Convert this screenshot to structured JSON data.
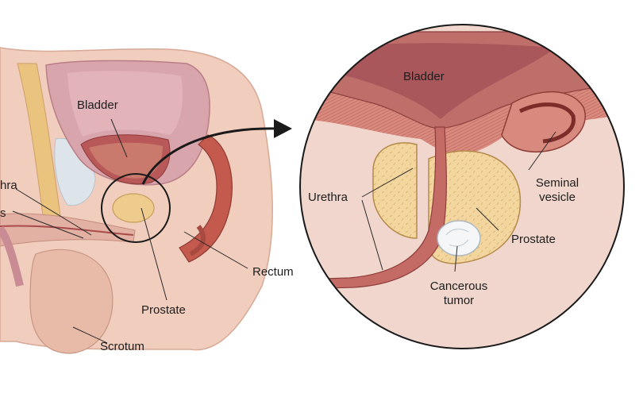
{
  "left_view": {
    "labels": {
      "bladder": "Bladder",
      "urethra_partial": "hra",
      "vas_partial": "s",
      "rectum": "Rectum",
      "prostate": "Prostate",
      "scrotum": "Scrotum"
    }
  },
  "detail_view": {
    "labels": {
      "bladder": "Bladder",
      "urethra": "Urethra",
      "seminal_vesicle_line1": "Seminal",
      "seminal_vesicle_line2": "vesicle",
      "prostate": "Prostate",
      "tumor_line1": "Cancerous",
      "tumor_line2": "tumor"
    }
  },
  "colors": {
    "skin": "#f3d2c2",
    "bladder_wall": "#d98f88",
    "bladder_inner": "#b5676b",
    "prostate": "#f2d49b",
    "rectum": "#c55b4f",
    "tumor": "#f4f6f8",
    "circle_bg": "#e7b1a8"
  }
}
